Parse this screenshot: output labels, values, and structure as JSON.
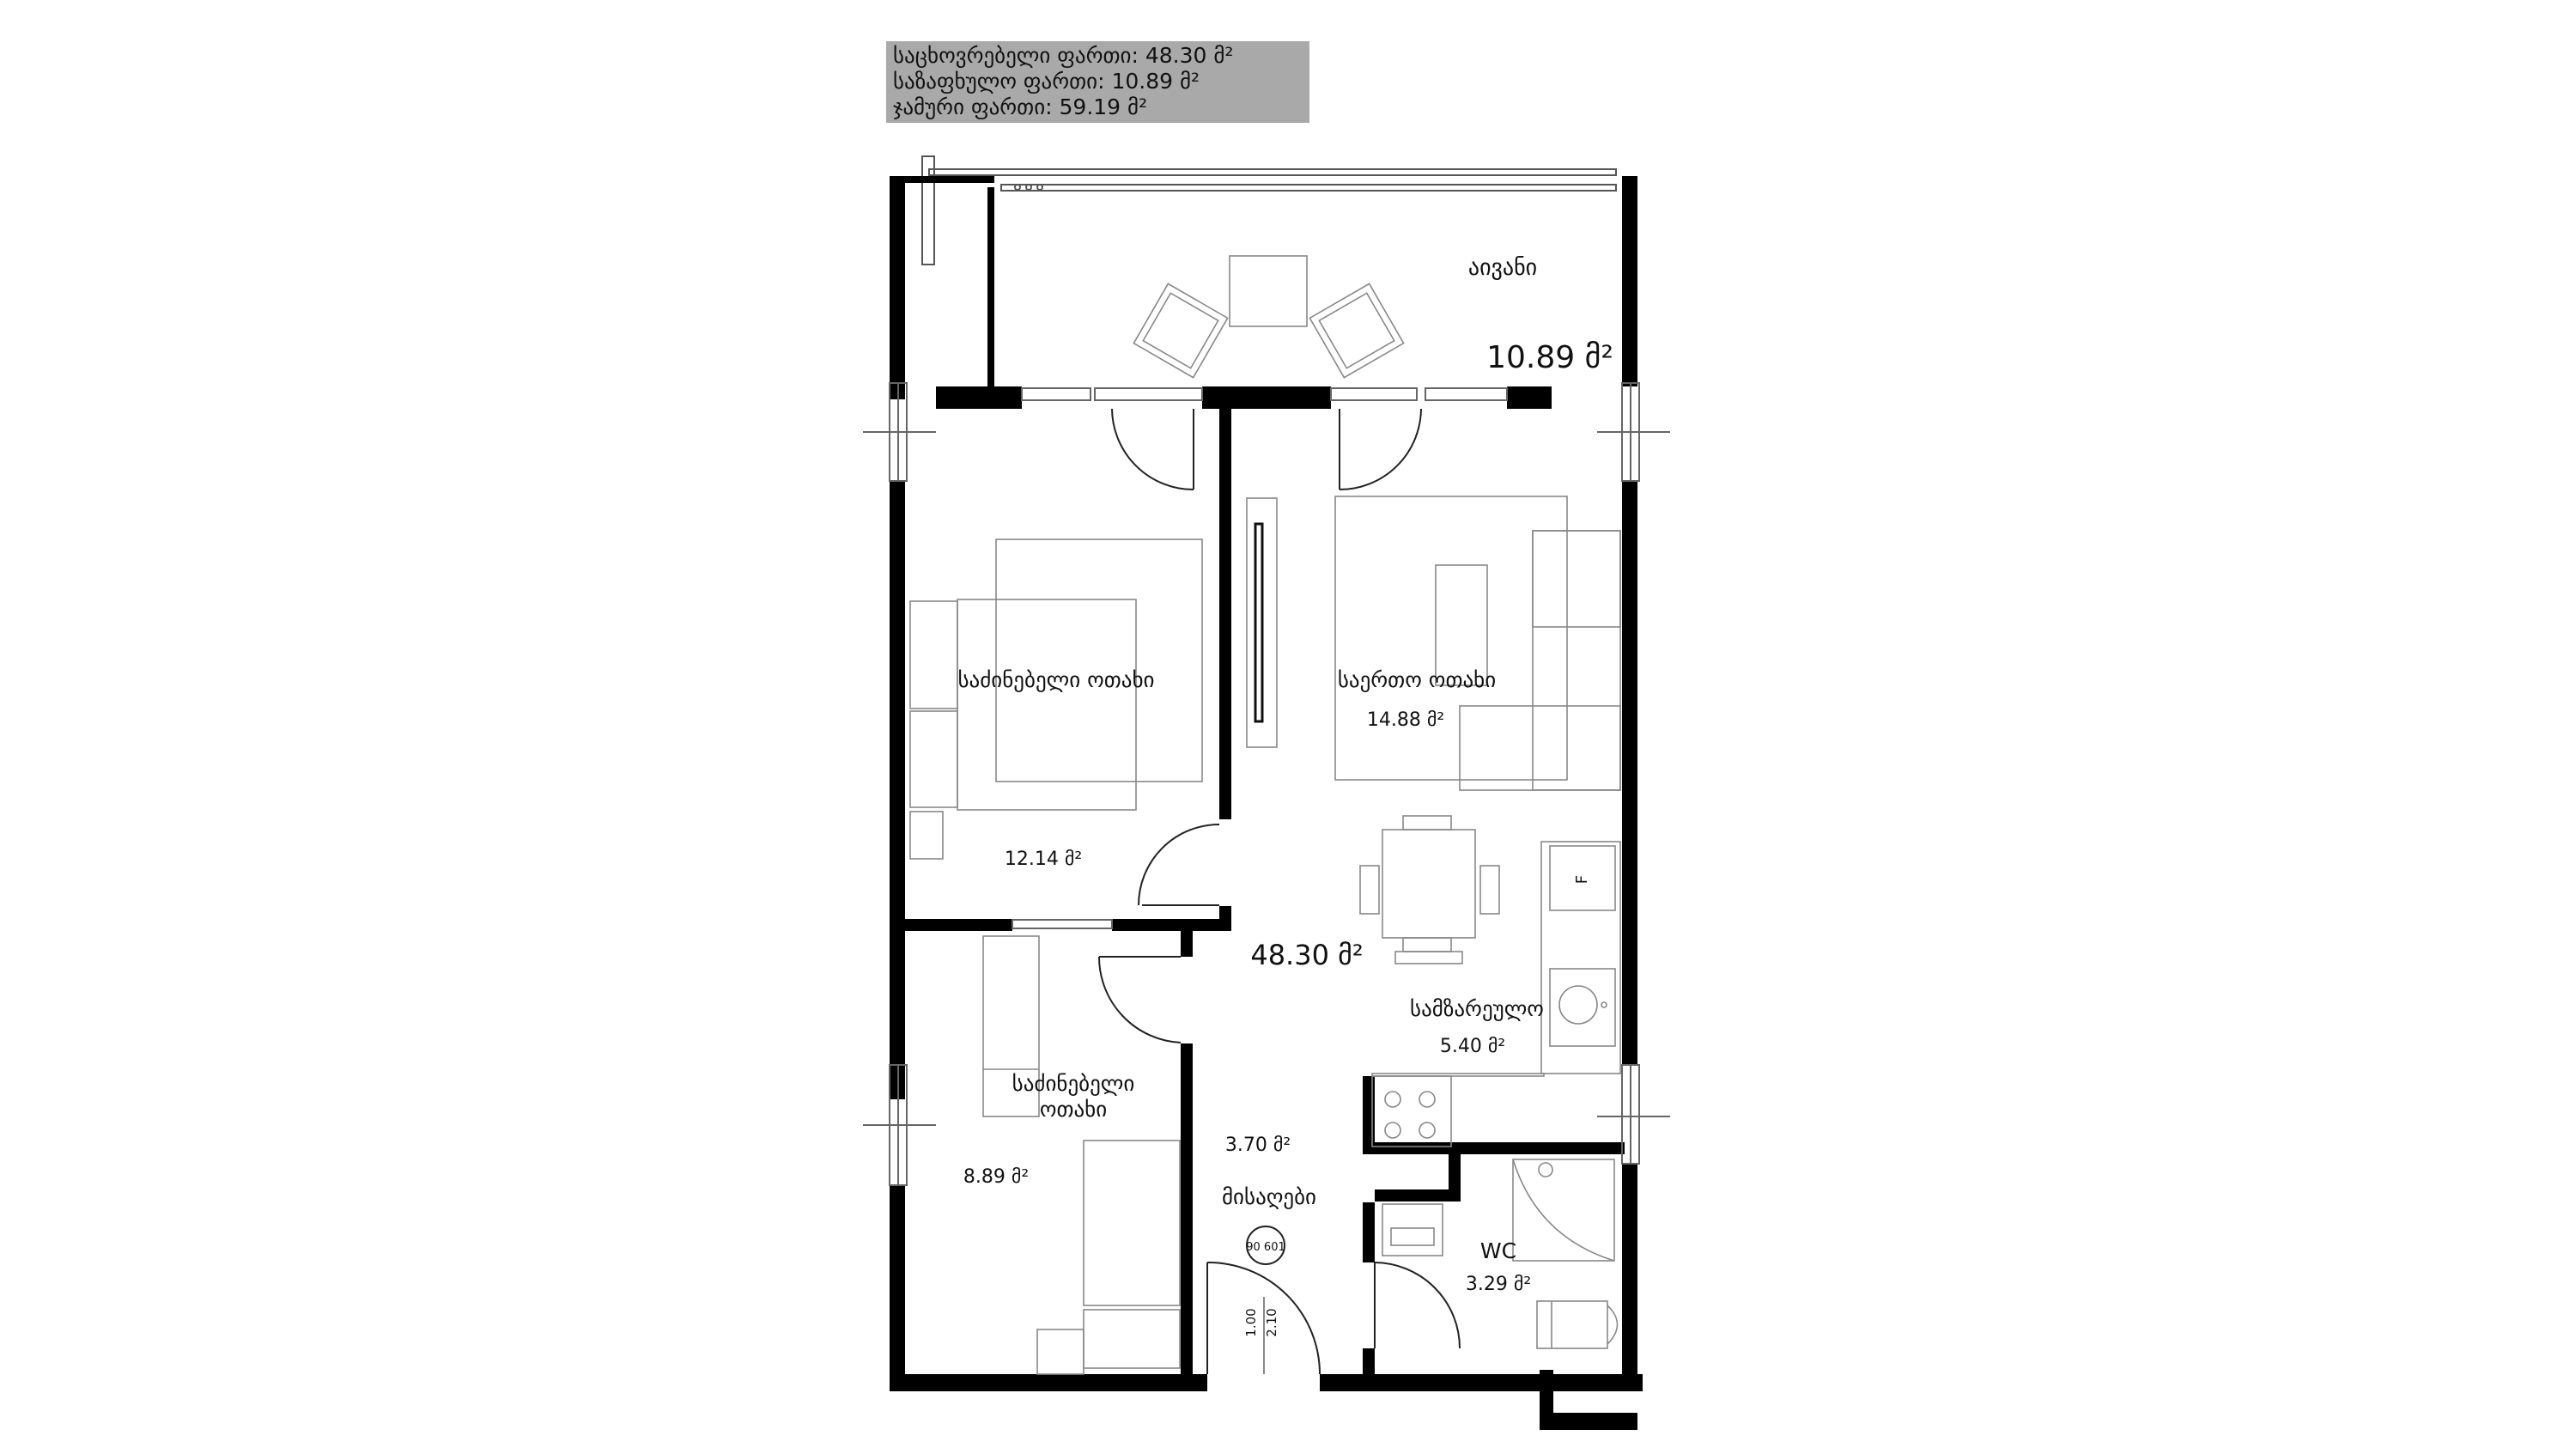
{
  "summary": {
    "living_area": "საცხოვრებელი ფართი: 48.30 მ²",
    "balcony_area": "საზაფხულო ფართი: 10.89 მ²",
    "total_area": "ჯამური ფართი: 59.19 მ²"
  },
  "rooms": {
    "balcony": {
      "name": "აივანი",
      "area": "10.89 მ²"
    },
    "bedroom_1": {
      "name": "საძინებელი ოთახი",
      "area": "12.14 მ²"
    },
    "living_room": {
      "name": "საერთო ოთახი",
      "area": "14.88 მ²"
    },
    "total_living": {
      "area": "48.30 მ²"
    },
    "kitchen": {
      "name": "სამზარეულო",
      "area": "5.40 მ²"
    },
    "bedroom_2": {
      "name_line1": "საძინებელი",
      "name_line2": "ოთახი",
      "area": "8.89 მ²"
    },
    "hall": {
      "name": "მისაღები",
      "area": "3.70 მ²"
    },
    "wc": {
      "name": "WC",
      "area": "3.29 მ²"
    }
  },
  "fixtures": {
    "fridge_label": "F",
    "shaft_label": "90 601",
    "door_width": "1.00",
    "door_height": "2.10"
  },
  "colors": {
    "wall": "#000000",
    "line": "#777777",
    "summary_bg": "#a9a9a9"
  }
}
